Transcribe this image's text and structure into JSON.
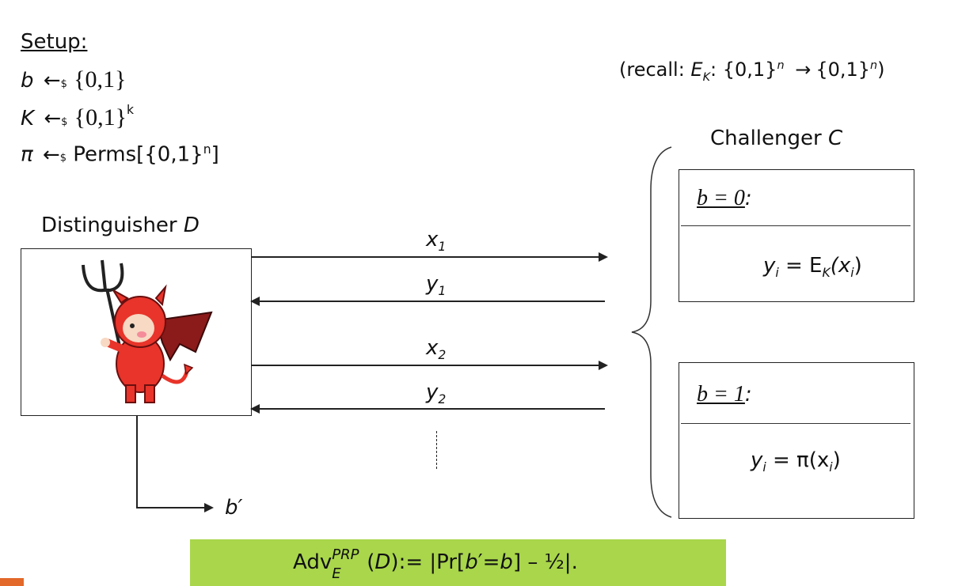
{
  "setup": {
    "heading": "Setup:",
    "line_b": {
      "var": "b",
      "arrow": "←",
      "sample": "$",
      "set": "{0,1}"
    },
    "line_K": {
      "var": "K",
      "arrow": "←",
      "sample": "$",
      "set": "{0,1}",
      "exp": "k"
    },
    "line_pi": {
      "var": "π",
      "arrow": "←",
      "sample": "$",
      "set": "Perms[{0,1}",
      "exp": "n",
      "close": "]"
    }
  },
  "recall": {
    "prefix": "(recall: ",
    "E": "E",
    "K": "K",
    "mid": ": {0,1}",
    "n1": "n",
    "arrow": "→",
    "set2": "{0,1}",
    "n2": "n",
    "suffix": ")"
  },
  "distinguisher": {
    "label": "Distinguisher ",
    "var": "D"
  },
  "challenger": {
    "label": "Challenger ",
    "var": "C"
  },
  "messages": {
    "x1": {
      "v": "x",
      "s": "1"
    },
    "y1": {
      "v": "y",
      "s": "1"
    },
    "x2": {
      "v": "x",
      "s": "2"
    },
    "y2": {
      "v": "y",
      "s": "2"
    }
  },
  "output": {
    "v": "b",
    "prime": "′"
  },
  "world0": {
    "cond": "b = 0",
    "colon": ":",
    "yi": "y",
    "i": "i",
    "eq": " = E",
    "K": "K",
    "arg": "(x",
    "argi": "i",
    "close": ")"
  },
  "world1": {
    "cond": "b = 1",
    "colon": ":",
    "yi": "y",
    "i": "i",
    "eq": " = π(x",
    "argi": "i",
    "close": ")"
  },
  "advantage": {
    "adv": "Adv",
    "sup": "PRP",
    "sub": "E",
    "rest1": "(",
    "D": "D",
    "rest2": "):= |Pr[",
    "b1": "b",
    "prime": "′",
    "eqsign": "=",
    "b2": "b",
    "rest3": "] – ½|."
  },
  "colors": {
    "green_box": "#a9d64b",
    "orange_corner": "#e2692a"
  }
}
